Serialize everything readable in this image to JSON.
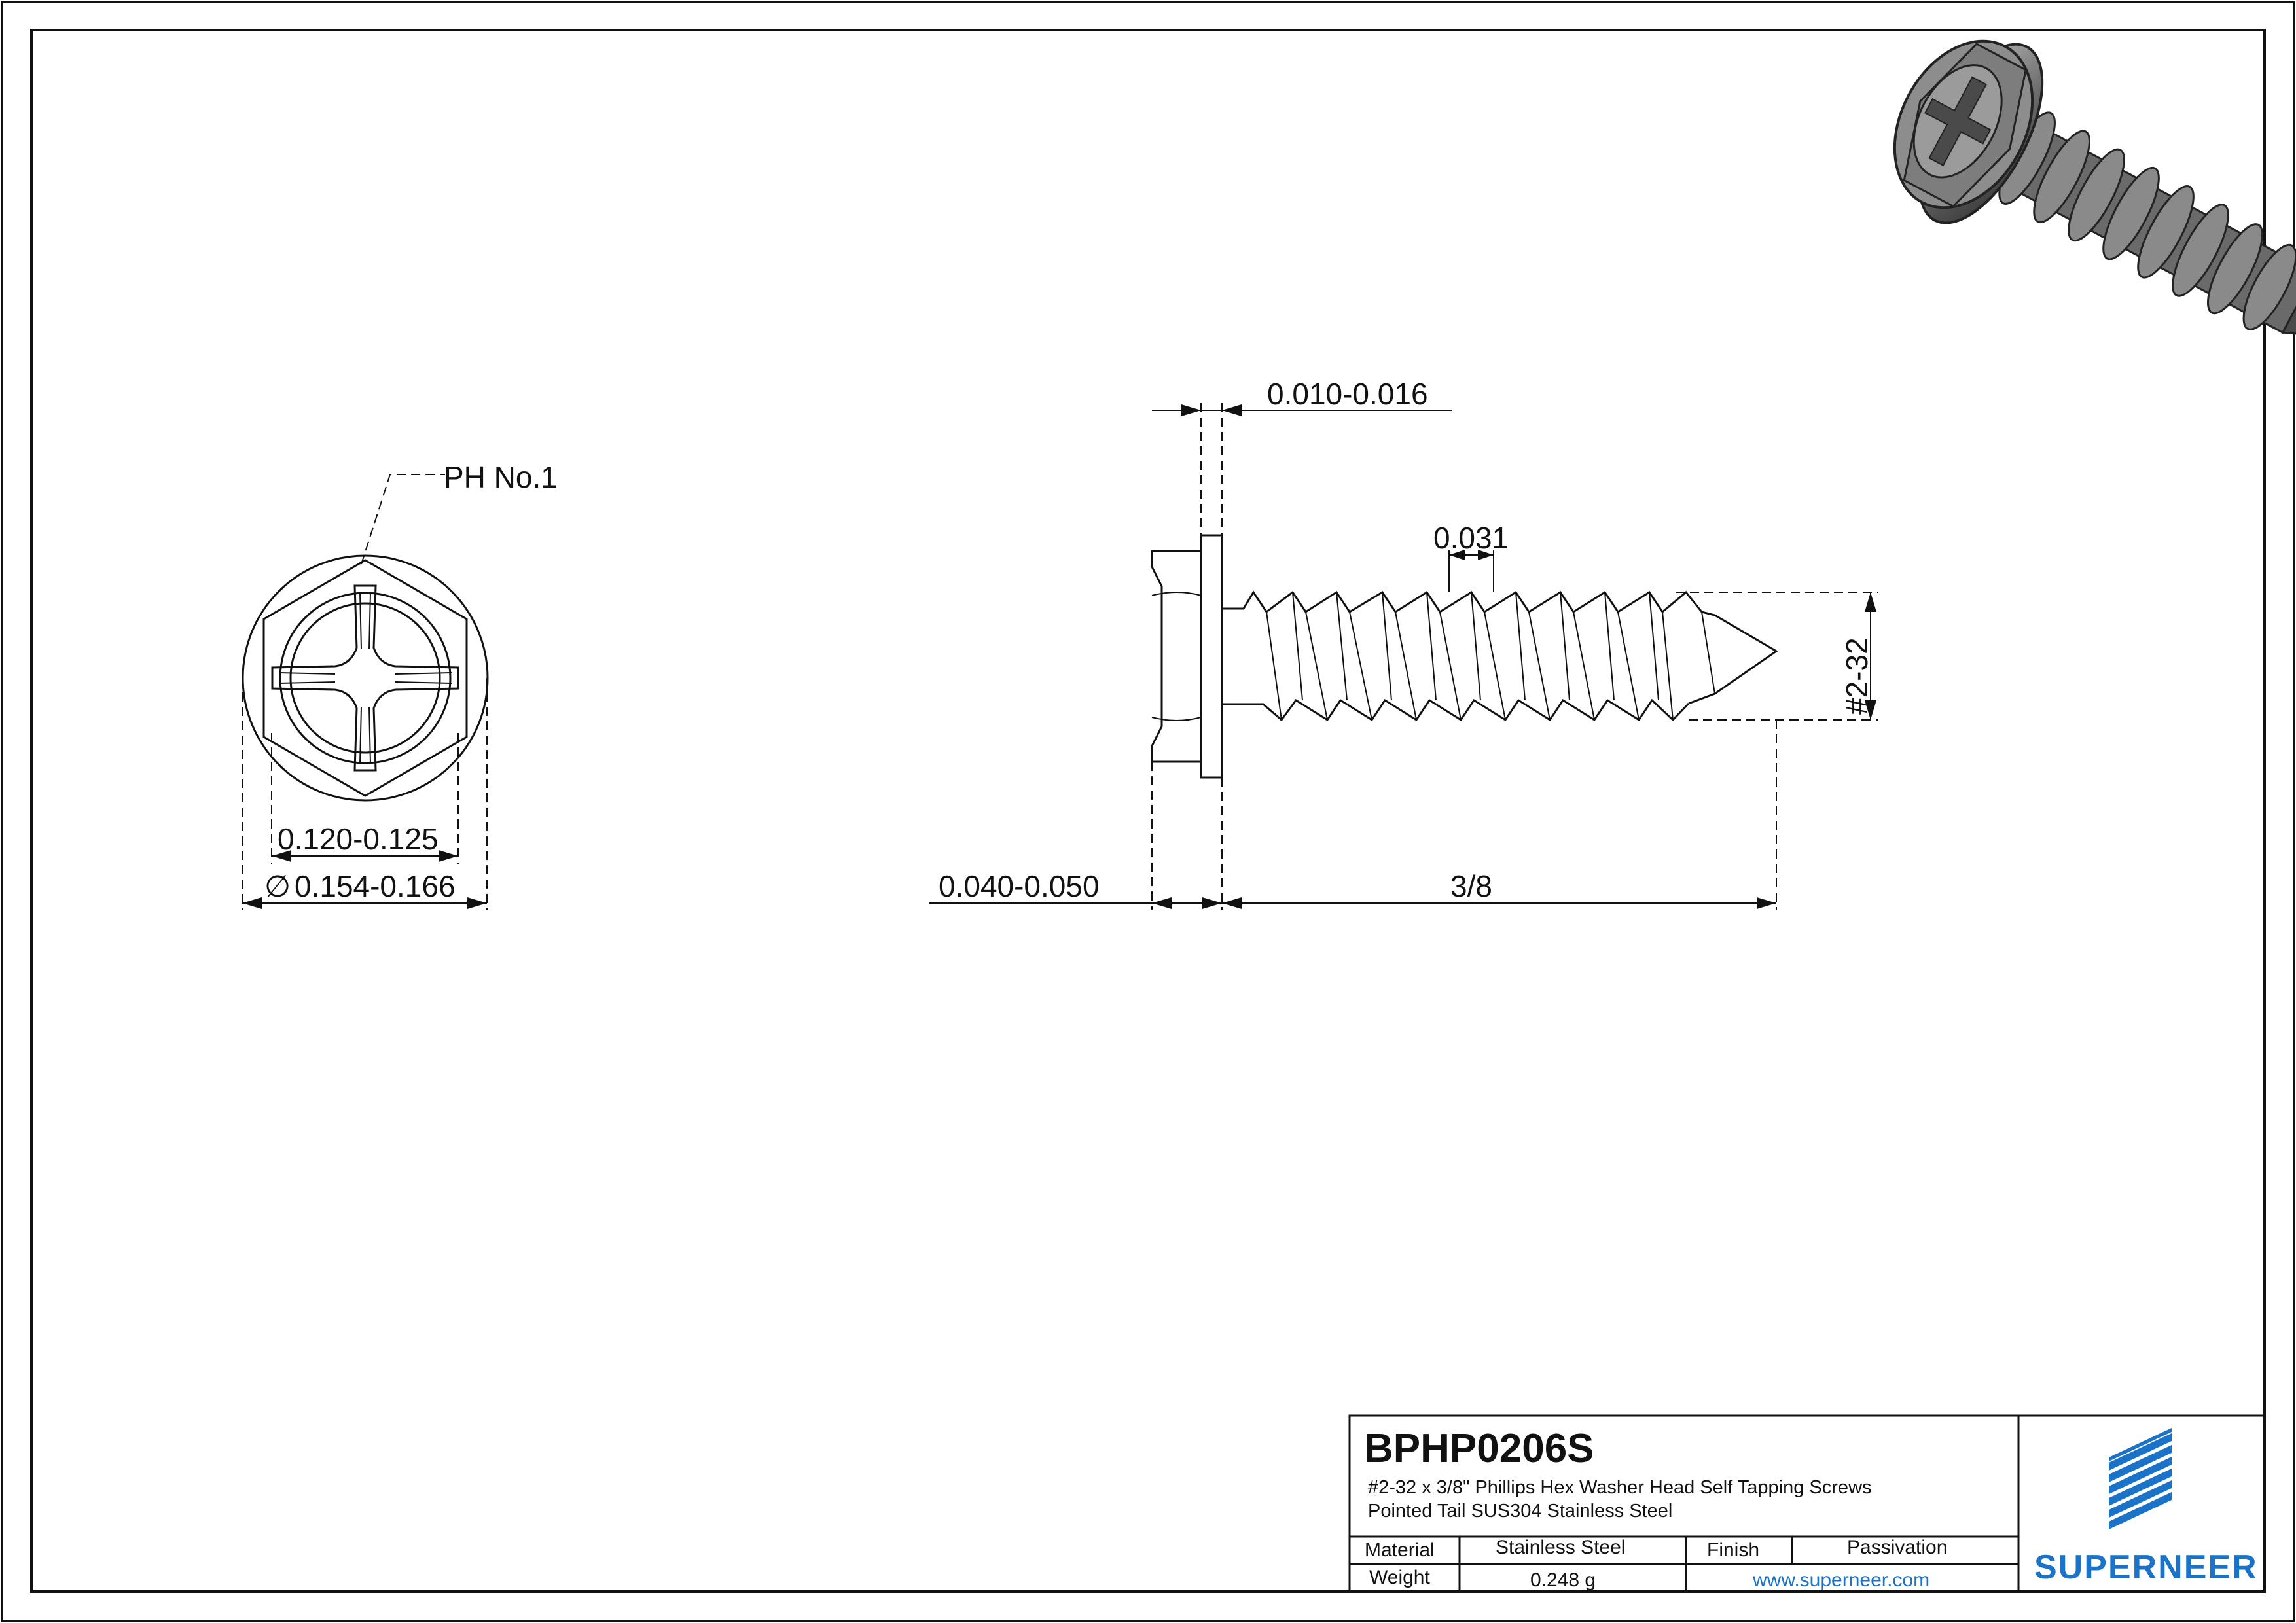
{
  "dimensions": {
    "thread_spec": "#2-32",
    "length": "3/8",
    "washer_thickness": "0.010-0.016",
    "head_height": "0.040-0.050",
    "thread_pitch": "0.031",
    "across_flats": "0.120-0.125",
    "washer_diameter_symbol": "∅",
    "washer_diameter": "0.154-0.166",
    "drive_type": "PH No.1"
  },
  "title_block": {
    "part_number": "BPHP0206S",
    "description_line1": "#2-32 x 3/8\" Phillips Hex Washer Head Self Tapping Screws",
    "description_line2": "Pointed Tail SUS304 Stainless Steel",
    "material_label": "Material",
    "material_value": "Stainless Steel",
    "finish_label": "Finish",
    "finish_value": "Passivation",
    "weight_label": "Weight",
    "weight_value": "0.248 g",
    "website": "www.superneer.com",
    "brand": "SUPERNEER"
  },
  "colors": {
    "line": "#111111",
    "brand": "#1a73c9",
    "render_metal": "#7a7a7a"
  },
  "icons": {
    "logo": "superneer-stripes-logo-icon",
    "render": "screw-3d-render-icon"
  }
}
